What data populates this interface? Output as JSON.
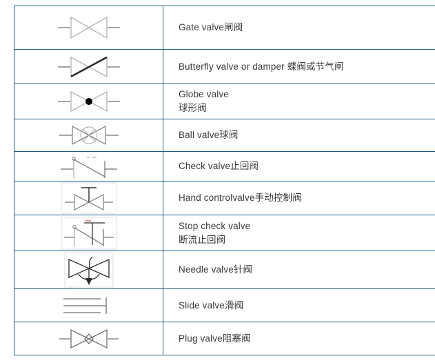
{
  "document": {
    "type": "valve-symbol-legend-table",
    "background_color": "#ffffff",
    "border_color": "#1f5c87",
    "text_color": "#3b3b3b"
  },
  "table": {
    "columns": [
      "symbol",
      "description"
    ],
    "rows": [
      {
        "symbol_name": "gate-valve-symbol",
        "lines": [
          "Gate valve闸阀"
        ]
      },
      {
        "symbol_name": "butterfly-valve-symbol",
        "lines": [
          "Butterfly valve or damper 蝶阀或节气闸"
        ]
      },
      {
        "symbol_name": "globe-valve-symbol",
        "lines": [
          "Globe valve",
          "球形阀"
        ]
      },
      {
        "symbol_name": "ball-valve-symbol",
        "lines": [
          "Ball valve球阀"
        ]
      },
      {
        "symbol_name": "check-valve-symbol",
        "lines": [
          "Check valve止回阀"
        ]
      },
      {
        "symbol_name": "hand-control-valve-symbol",
        "lines": [
          "Hand controlvalve手动控制阀"
        ]
      },
      {
        "symbol_name": "stop-check-valve-symbol",
        "lines": [
          "Stop check valve",
          "断流止回阀"
        ]
      },
      {
        "symbol_name": "needle-valve-symbol",
        "lines": [
          "Needle valve针阀"
        ]
      },
      {
        "symbol_name": "slide-valve-symbol",
        "lines": [
          "Slide valve滑阀"
        ]
      },
      {
        "symbol_name": "plug-valve-symbol",
        "lines": [
          "Plug valve阻塞阀"
        ]
      }
    ]
  }
}
